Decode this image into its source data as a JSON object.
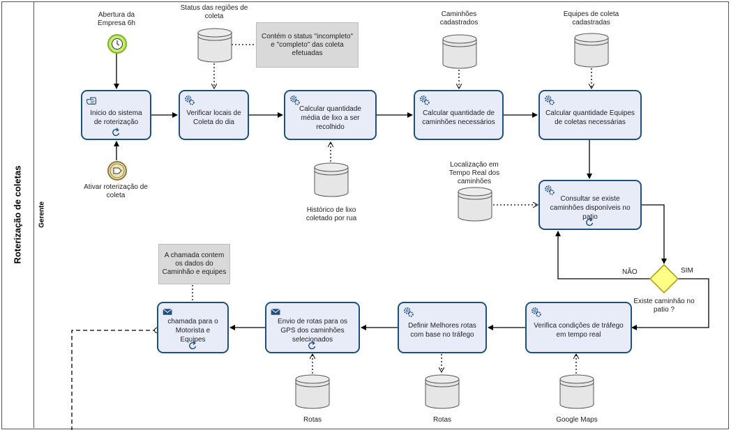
{
  "pool": {
    "label": "Roterização de coletas",
    "lane": "Gerente"
  },
  "events": {
    "start_timer": "Abertura da Empresa 6h",
    "start_signal": "Ativar roterização de coleta"
  },
  "tasks": {
    "inicio": "Inicio do sistema de roterização",
    "verificar": "Verificar locais de Coleta do dia",
    "calc_media": "Calcular quantidade média de lixo a ser recolhido",
    "calc_caminhoes": "Calcular quantidade de caminhões necessários",
    "calc_equipes": "Calcular quantidade Equipes de coletas necessárias",
    "consultar": "Consultar se existe caminhões disponíveis no patio",
    "trafego": "Verifica condições de tráfego em tempo real",
    "melhores_rotas": "Definir Melhores rotas com base no tráfego",
    "envio_rotas": "Envio de rotas para os GPS dos caminhões selecionados",
    "chamada": "chamada para o Motorista e Equipes"
  },
  "data_stores": {
    "status_regioes": "Status das regiões de coleta",
    "caminhoes_cadastrados": "Caminhões cadastrados",
    "equipes_cadastradas": "Equipes de coleta cadastradas",
    "historico_lixo": "Histórico de lixo coletado por rua",
    "localizacao": "Localização em Tempo Real dos caminhões",
    "rotas_1": "Rotas",
    "rotas_2": "Rotas",
    "google_maps": "Google Maps"
  },
  "annotations": {
    "status_note": "Contém o status \"incompleto\" e \"completo\" das coleta efetuadas",
    "chamada_note": "A chamada contem os dados do Caminhão e equipes"
  },
  "gateway": {
    "question": "Existe caminhão no patio ?",
    "yes": "SIM",
    "no": "NÃO"
  },
  "colors": {
    "task_fill": "#e8ecf8",
    "task_border": "#1d4f7f",
    "timer_event": "#c5ea7a",
    "signal_event": "#efe3b4",
    "gateway": "#ffff88",
    "note_fill": "#d9d9d9"
  }
}
